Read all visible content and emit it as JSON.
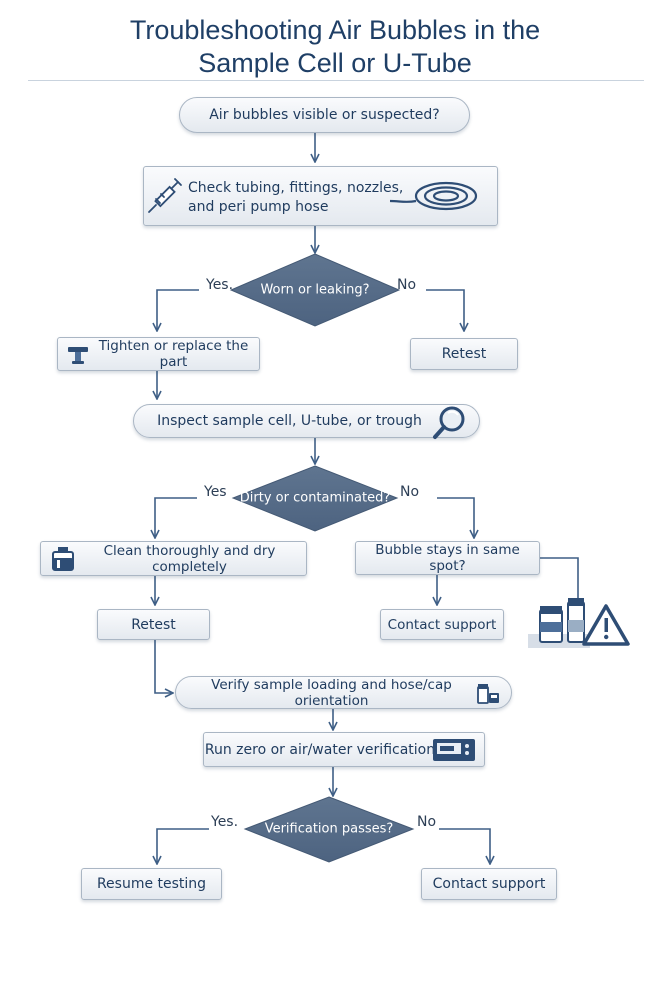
{
  "title_line1": "Troubleshooting Air Bubbles in the",
  "title_line2": "Sample Cell or U-Tube",
  "colors": {
    "primary": "#1f3f66",
    "node_border": "#aab6c4",
    "arrow": "#3f5f86",
    "decision_fill": "#576d88",
    "icon": "#2e4d75"
  },
  "nodes": {
    "start": "Air bubbles visible or suspected?",
    "check_tubing_l1": "Check tubing, fittings, nozzles,",
    "check_tubing_l2": "and peri pump hose",
    "decision_worn": "Worn or leaking?",
    "tighten": "Tighten or replace the part",
    "retest_1": "Retest",
    "inspect": "Inspect sample cell, U-tube, or trough",
    "decision_dirty": "Dirty or contaminated?",
    "clean": "Clean thoroughly and dry completely",
    "bubble_stays": "Bubble stays in same spot?",
    "retest_2": "Retest",
    "contact_1": "Contact support",
    "verify_loading": "Verify sample loading and hose/cap orientation",
    "run_zero": "Run zero or air/water verification",
    "decision_verify": "Verification passes?",
    "resume": "Resume testing",
    "contact_2": "Contact support"
  },
  "branches": {
    "yes_1": "Yes.",
    "no_1": "No",
    "yes_2": "Yes",
    "no_2": "No",
    "yes_3": "Yes.",
    "no_3": "No"
  }
}
